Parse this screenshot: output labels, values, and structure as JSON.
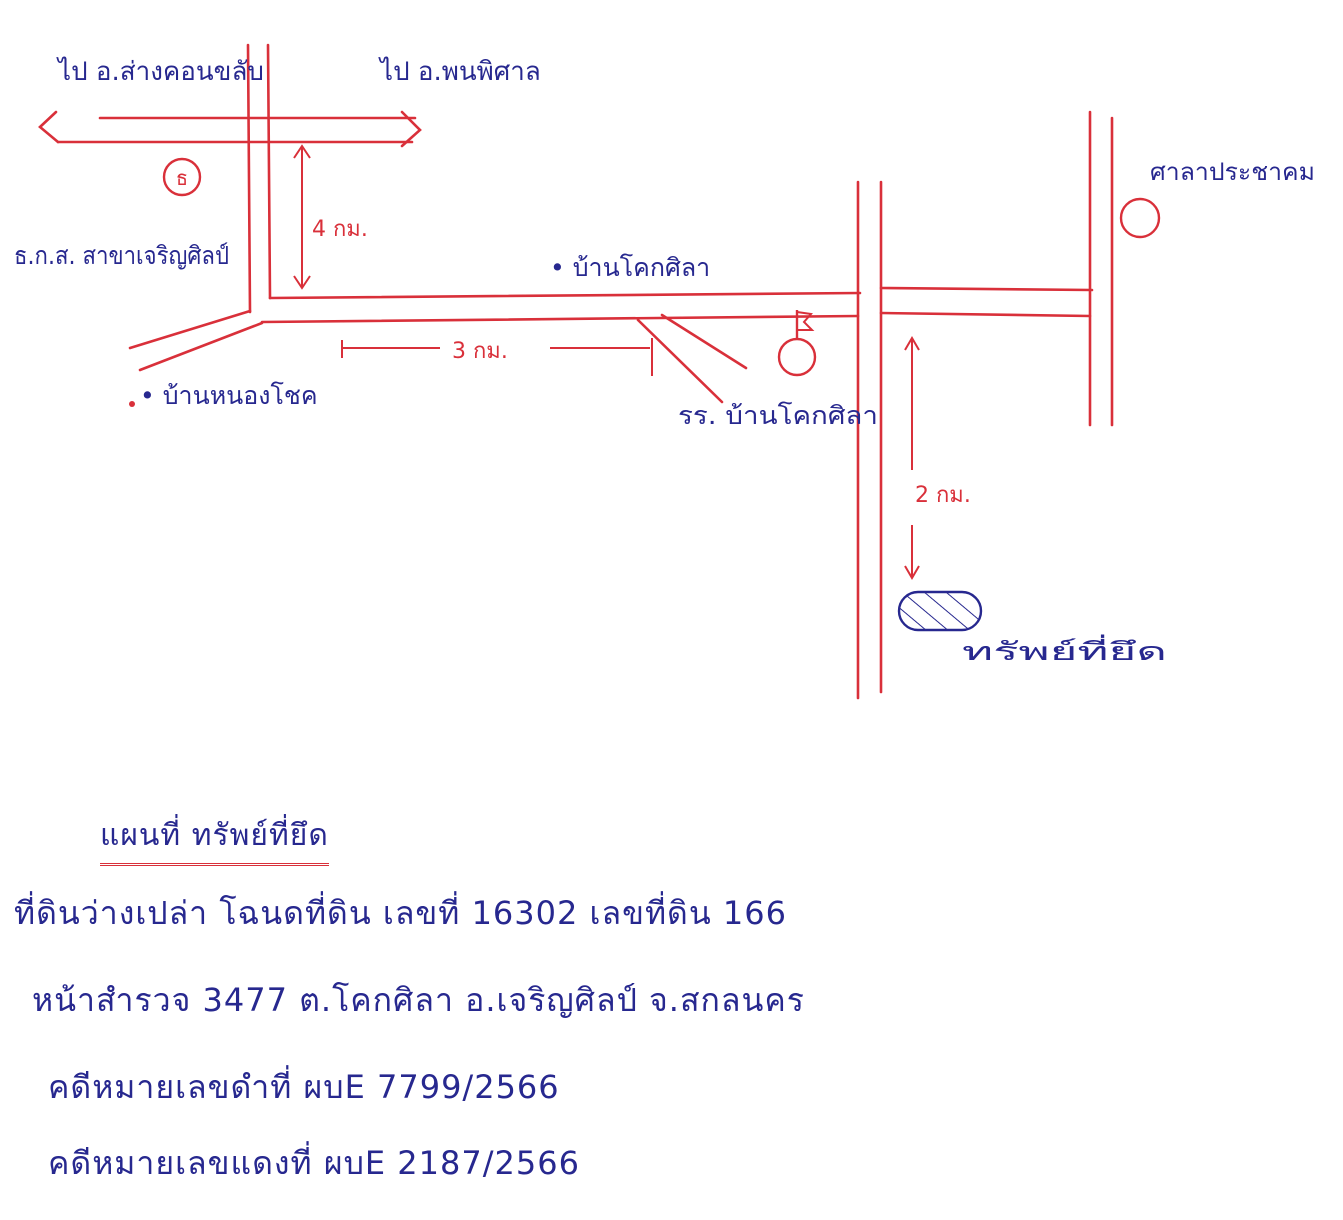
{
  "map": {
    "labels": {
      "to_west": "ไป อ.ส่างคอนขลับ",
      "to_east": "ไป อ.พนพิศาล",
      "bank": "ธ.ก.ส. สาขาเจริญศิลป์",
      "bank_mark": "ธ",
      "sala": "ศาลาประชาคม",
      "village_koksila": "• บ้านโคกศิลา",
      "village_nongchon": "• บ้านหนองโชค",
      "school": "รร. บ้านโคกศิลา",
      "property": "ทรัพย์ที่ยึด"
    },
    "distances": {
      "north_segment": "4 กม.",
      "west_segment": "3 กม.",
      "south_segment": "2 กม."
    },
    "colors": {
      "map_ink": "#d9303a",
      "text_ink": "#27288f"
    }
  },
  "caption": {
    "title": "แผนที่ ทรัพย์ที่ยึด",
    "line1": "ที่ดินว่างเปล่า โฉนดที่ดิน เลขที่ 16302 เลขที่ดิน 166",
    "line2": "หน้าสำรวจ 3477 ต.โคกศิลา อ.เจริญศิลป์ จ.สกลนคร",
    "line3": "คดีหมายเลขดำที่ ผบE 7799/2566",
    "line4": "คดีหมายเลขแดงที่ ผบE 2187/2566"
  }
}
